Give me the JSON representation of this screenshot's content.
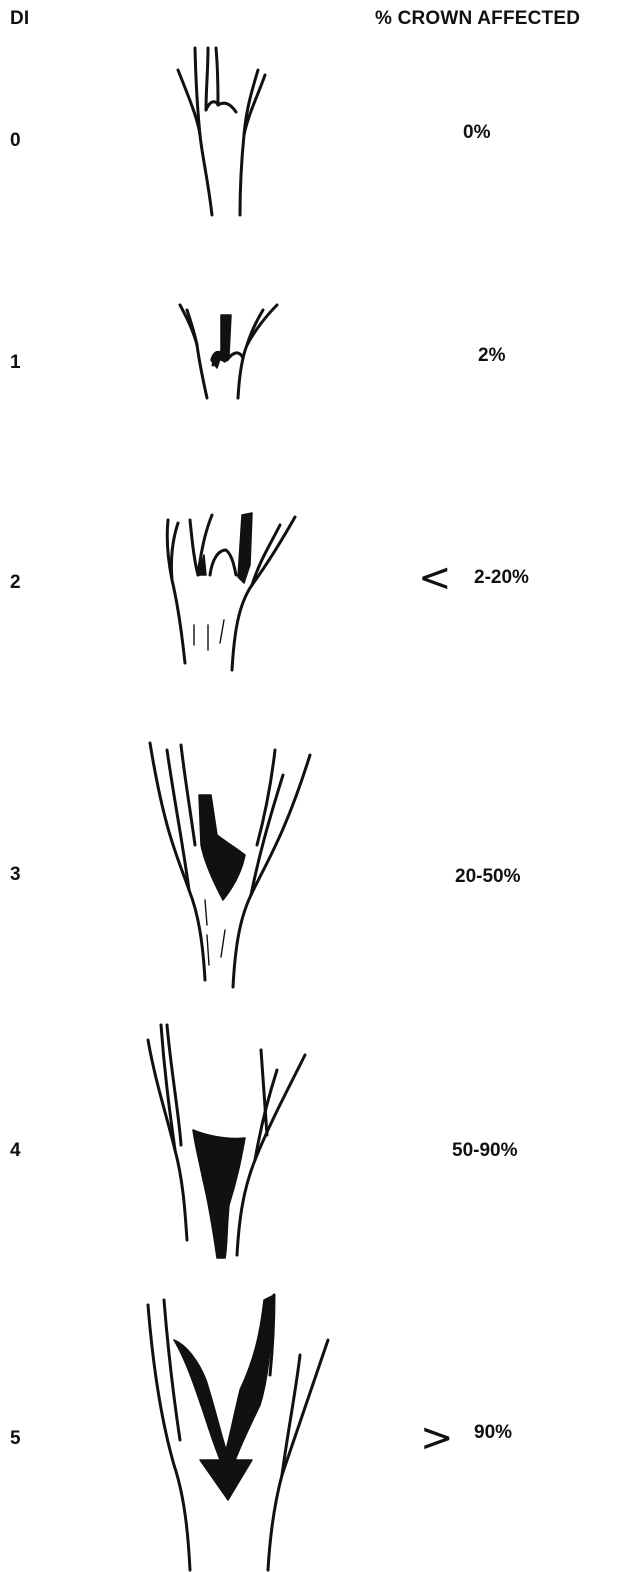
{
  "headers": {
    "di": "DI",
    "percent": "% CROWN AFFECTED"
  },
  "rows": [
    {
      "di": "0",
      "symbol": "",
      "percent": "0%"
    },
    {
      "di": "1",
      "symbol": "",
      "percent": "2%"
    },
    {
      "di": "2",
      "symbol": "<",
      "percent": "2-20%"
    },
    {
      "di": "3",
      "symbol": "",
      "percent": "20-50%"
    },
    {
      "di": "4",
      "symbol": "",
      "percent": "50-90%"
    },
    {
      "di": "5",
      "symbol": ">",
      "percent": "90%"
    }
  ]
}
